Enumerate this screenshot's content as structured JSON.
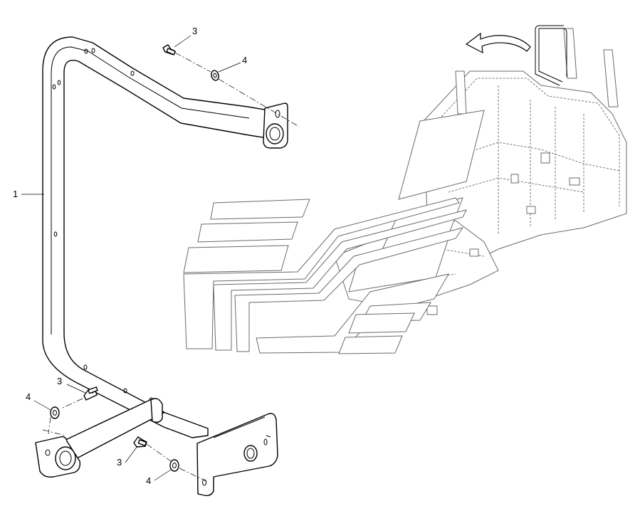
{
  "callouts": {
    "c1": "1",
    "c3_top": "3",
    "c4_top": "4",
    "c3_left": "3",
    "c4_left": "4",
    "c3_bottom": "3",
    "c4_bottom": "4"
  },
  "icons": {
    "direction_arrow": "curved-arrow-left-icon"
  }
}
